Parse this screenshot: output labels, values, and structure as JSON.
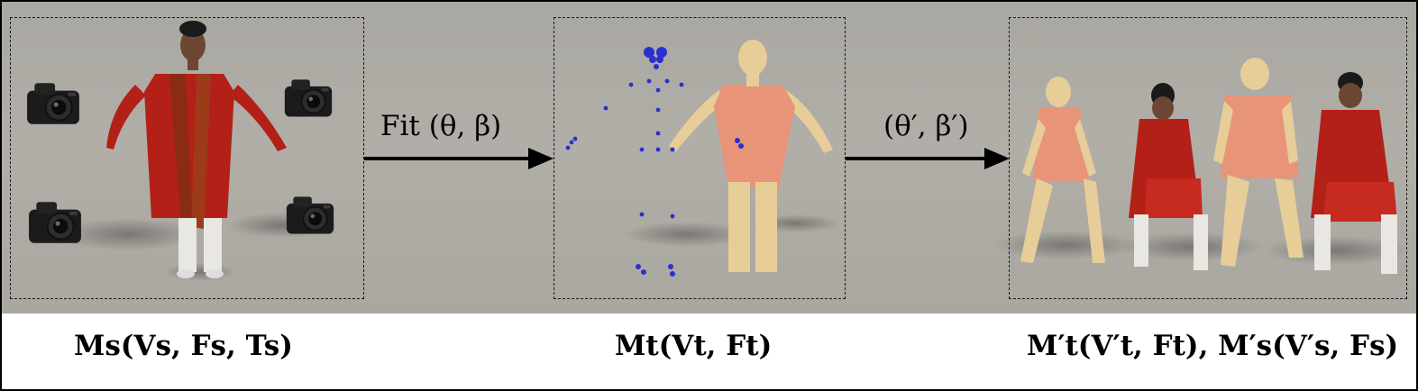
{
  "arrows": {
    "fit_label": "Fit (θ, β)",
    "pose_label": "(θ′, β′)"
  },
  "captions": {
    "source": "Ms(Vs, Fs, Ts)",
    "template": "Mt(Vt, Ft)",
    "results": "M′t(V′t, Ft), M′s(V′s, Fs)"
  },
  "colors": {
    "background_scene": "#aeaba5",
    "skin_body": "#e89478",
    "skin_limb": "#e7cd98",
    "keypoints": "#2a2fd0",
    "clothing_red": "#b32018"
  },
  "icons": [
    "camera-icon",
    "camera-icon",
    "camera-icon",
    "camera-icon"
  ]
}
